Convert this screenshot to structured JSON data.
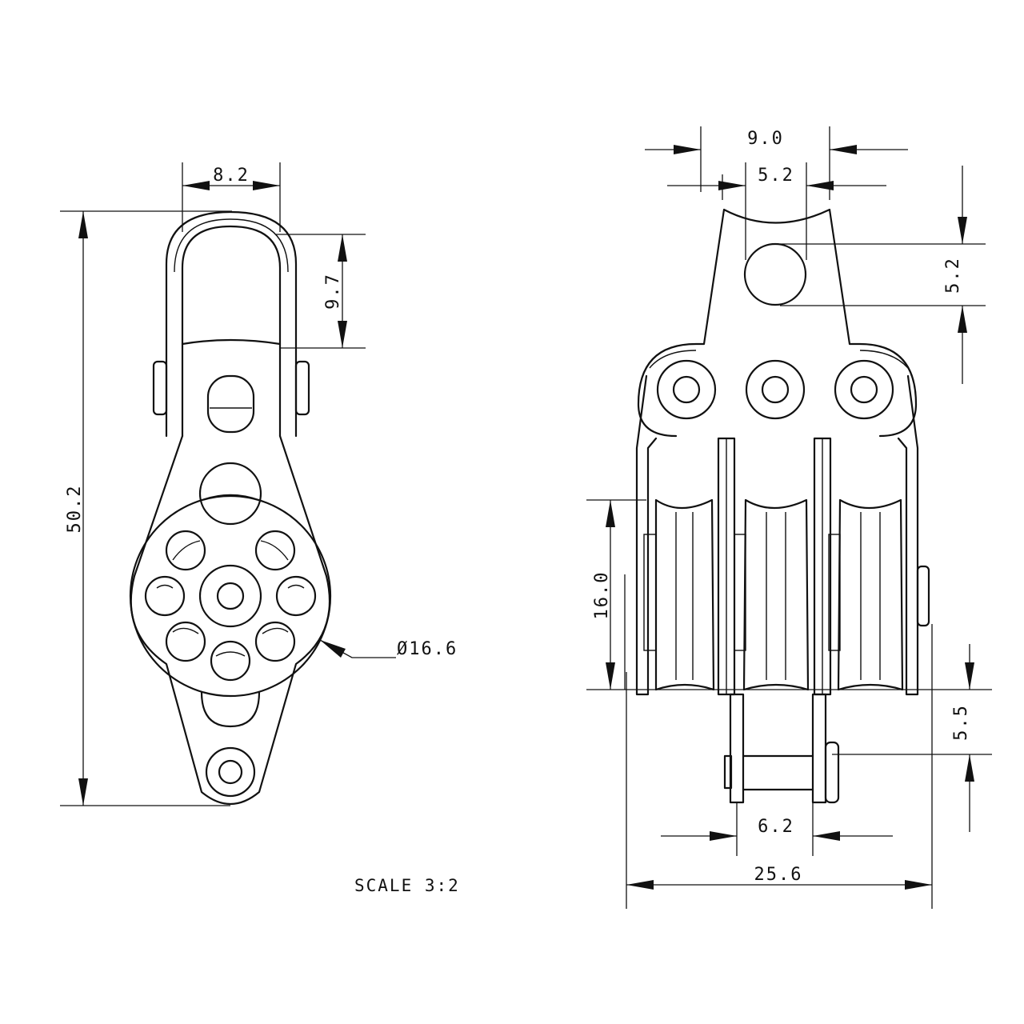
{
  "drawing": {
    "scale_label": "SCALE  3:2",
    "colors": {
      "line": "#111111",
      "background": "#ffffff"
    },
    "single_block": {
      "dims": {
        "top_width": "8.2",
        "shackle_height": "9.7",
        "overall_height": "50.2",
        "sheave_diameter": "Ø16.6"
      }
    },
    "triple_block": {
      "dims": {
        "head_width": "9.0",
        "pin_width": "5.2",
        "pin_height": "5.2",
        "sheave_height": "16.0",
        "becket_offset": "5.5",
        "becket_width": "6.2",
        "overall_width": "25.6"
      }
    }
  }
}
